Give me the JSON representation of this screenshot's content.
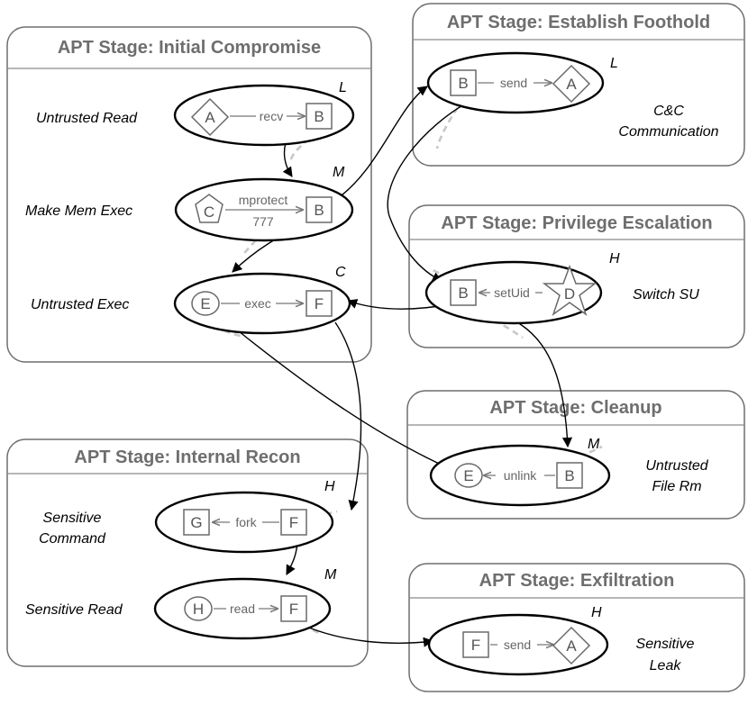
{
  "stages": {
    "initial_compromise": "APT Stage: Initial Compromise",
    "establish_foothold": "APT Stage: Establish Foothold",
    "privilege_escalation": "APT Stage: Privilege Escalation",
    "cleanup": "APT Stage: Cleanup",
    "internal_recon": "APT Stage: Internal Recon",
    "exfiltration": "APT Stage: Exfiltration"
  },
  "events": {
    "untrusted_read": {
      "label": "Untrusted Read",
      "severity": "L",
      "src": "A",
      "op": "recv",
      "dst": "B"
    },
    "make_mem_exec": {
      "label": "Make Mem Exec",
      "severity": "M",
      "src": "C",
      "op": "mprotect",
      "op_arg": "777",
      "dst": "B"
    },
    "untrusted_exec": {
      "label": "Untrusted Exec",
      "severity": "C",
      "src": "E",
      "op": "exec",
      "dst": "F"
    },
    "cc_communication": {
      "label_line1": "C&C",
      "label_line2": "Communication",
      "severity": "L",
      "src": "B",
      "op": "send",
      "dst": "A"
    },
    "switch_su": {
      "label": "Switch SU",
      "severity": "H",
      "src": "B",
      "op": "setUid",
      "dst": "D"
    },
    "untrusted_file_rm": {
      "label_line1": "Untrusted",
      "label_line2": "File Rm",
      "severity": "M",
      "src": "E",
      "op": "unlink",
      "dst": "B"
    },
    "sensitive_command": {
      "label_line1": "Sensitive",
      "label_line2": "Command",
      "severity": "H",
      "src": "G",
      "op": "fork",
      "dst": "F"
    },
    "sensitive_read": {
      "label": "Sensitive Read",
      "severity": "M",
      "src": "H",
      "op": "read",
      "dst": "F"
    },
    "sensitive_leak": {
      "label_line1": "Sensitive",
      "label_line2": "Leak",
      "severity": "H",
      "src": "F",
      "op": "send",
      "dst": "A"
    }
  }
}
